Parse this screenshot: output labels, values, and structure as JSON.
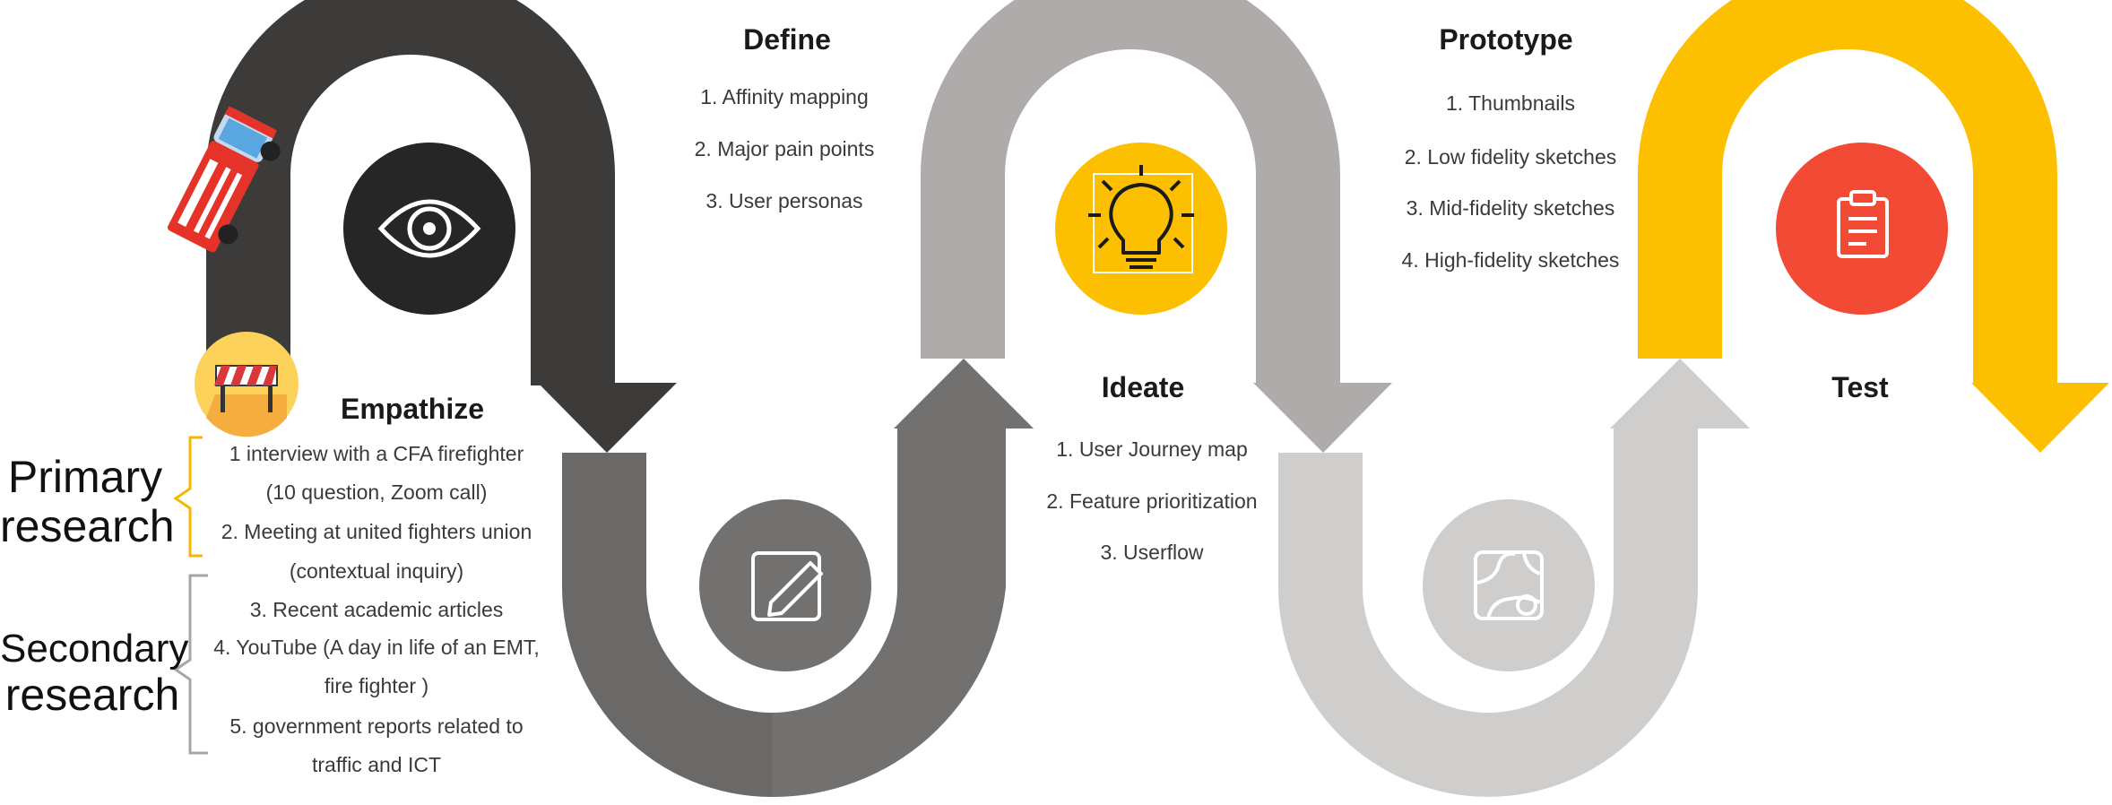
{
  "colors": {
    "dark": "#3c3b3a",
    "dark_mid": "#6b6968",
    "mid": "#737170",
    "light": "#aeabaa",
    "lighter": "#cfcecd",
    "yellow": "#fdc001",
    "red": "#f34a36",
    "eye_circle": "#262626",
    "pencil_circle": "#737170",
    "bulb_circle": "#fdc001",
    "map_circle": "#cfcecd",
    "primary_bracket": "#f5b800",
    "secondary_bracket": "#a6a6a6"
  },
  "icons": {
    "empathize": "eye-icon",
    "define": "pencil-square-icon",
    "ideate": "lightbulb-icon",
    "prototype": "map-icon",
    "test": "clipboard-icon",
    "start": "fire-truck-icon",
    "barrier": "road-barrier-icon"
  },
  "empathize": {
    "title": "Empathize",
    "items": [
      "1 interview with a CFA firefighter",
      "(10 question, Zoom call)",
      "2. Meeting at united fighters union",
      "(contextual inquiry)",
      "3. Recent academic articles",
      "4. YouTube (A day in life of an EMT,",
      "fire fighter )",
      "5. government reports related to",
      "traffic and ICT"
    ]
  },
  "define": {
    "title": "Define",
    "items": [
      "1. Affinity mapping",
      "2. Major pain points",
      "3. User personas"
    ]
  },
  "ideate": {
    "title": "Ideate",
    "items": [
      "1. User Journey map",
      "2. Feature prioritization",
      "3. Userflow"
    ]
  },
  "prototype": {
    "title": "Prototype",
    "items": [
      "1. Thumbnails",
      "2. Low fidelity sketches",
      "3. Mid-fidelity sketches",
      "4. High-fidelity sketches"
    ]
  },
  "test": {
    "title": "Test"
  },
  "research": {
    "primary": [
      "Primary",
      "research"
    ],
    "secondary": [
      "Secondary",
      "research"
    ]
  }
}
